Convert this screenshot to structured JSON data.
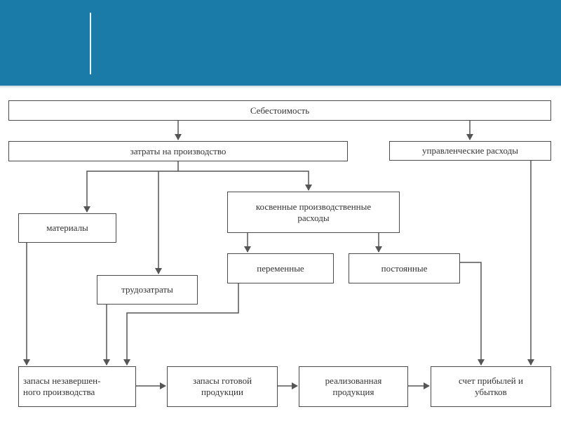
{
  "header": {
    "title": ""
  },
  "nodes": {
    "cost": "Себестоимость",
    "production_costs": "затраты на производство",
    "admin_expenses": "управленческие расходы",
    "indirect_costs": "косвенные производственные\nрасходы",
    "materials": "материалы",
    "labor": "трудозатраты",
    "variable": "переменные",
    "fixed": "постоянные",
    "wip": "запасы незавершен-\nного производства",
    "finished_goods": "запасы готовой\nпродукции",
    "sold_goods": "реализованная\nпродукция",
    "profit_loss": "счет прибылей и\nубытков"
  },
  "colors": {
    "header_bg": "#1a7aa8",
    "border": "#4a4a4a",
    "text": "#333333"
  }
}
